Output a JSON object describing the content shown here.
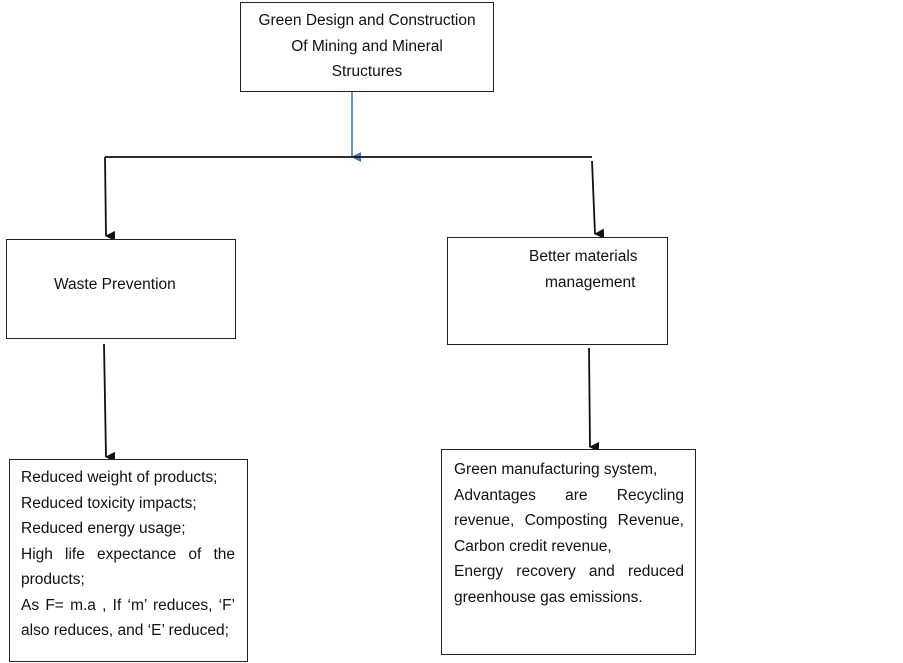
{
  "root": {
    "lines": [
      "Green Design and Construction",
      "Of Mining and Mineral",
      "Structures"
    ]
  },
  "branches": [
    {
      "label": "Waste Prevention",
      "details": [
        "Reduced weight of products;",
        "Reduced toxicity impacts;",
        "Reduced energy usage;",
        "High life expectance of the",
        "products;",
        "As F= m.a , If ‘m’ reduces, ‘F’",
        "also reduces, and ‘E’ reduced;"
      ]
    },
    {
      "label_lines": [
        "Better materials",
        "management"
      ],
      "details": [
        "Green manufacturing system,",
        "Advantages are Recycling",
        "revenue, Composting Revenue,",
        "Carbon credit revenue,",
        "Energy recovery and reduced",
        "greenhouse gas emissions."
      ]
    }
  ],
  "colors": {
    "root_arrow": "#3a7bbd",
    "arrow": "#111111",
    "border": "#222222"
  }
}
